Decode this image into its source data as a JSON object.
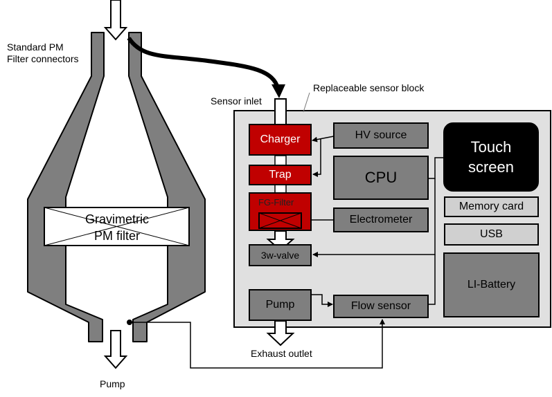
{
  "labels": {
    "filter_connectors": [
      "Standard PM",
      "Filter connectors"
    ],
    "sensor_inlet": "Sensor inlet",
    "sensor_block": "Replaceable sensor block",
    "gravimetric_filter": [
      "Gravimetric",
      "PM filter"
    ],
    "exhaust_outlet": "Exhaust  outlet",
    "pump_bottom": "Pump"
  },
  "components": {
    "charger": "Charger",
    "trap": "Trap",
    "fg_filter": "FG-Filter",
    "valve": "3w-valve",
    "pump": "Pump",
    "hv_source": "HV source",
    "cpu": "CPU",
    "electrometer": "Electrometer",
    "flow_sensor": "Flow sensor",
    "touch_screen": [
      "Touch",
      "screen"
    ],
    "memory_card": "Memory card",
    "usb": "USB",
    "battery": "LI-Battery"
  },
  "colors": {
    "red_component": "#c00000",
    "dark_component": "#7f7f7f",
    "light_component": "#d0d0d0",
    "block_background": "#e0e0e0",
    "filter_housing": "#7f7f7f"
  }
}
